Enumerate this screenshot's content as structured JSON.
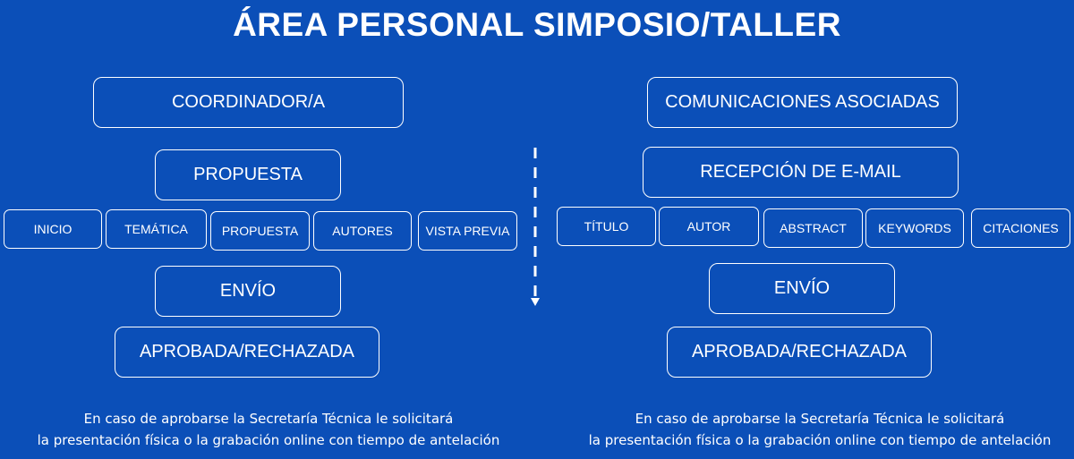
{
  "title": "ÁREA PERSONAL SIMPOSIO/TALLER",
  "left": {
    "header": "COORDINADOR/A",
    "step1": "PROPUESTA",
    "tabs": [
      "INICIO",
      "TEMÁTICA",
      "PROPUESTA",
      "AUTORES",
      "VISTA PREVIA"
    ],
    "step2": "ENVÍO",
    "step3": "APROBADA/RECHAZADA",
    "footer_line1": "En caso de aprobarse la Secretaría Técnica le solicitará",
    "footer_line2": "la presentación física o la grabación online con tiempo de antelación"
  },
  "right": {
    "header": "COMUNICACIONES ASOCIADAS",
    "step1": "RECEPCIÓN DE E-MAIL",
    "tabs": [
      "TÍTULO",
      "AUTOR",
      "ABSTRACT",
      "KEYWORDS",
      "CITACIONES"
    ],
    "step2": "ENVÍO",
    "step3": "APROBADA/RECHAZADA",
    "footer_line1": "En caso de aprobarse la Secretaría Técnica le solicitará",
    "footer_line2": "la presentación física o la grabación online con tiempo de antelación"
  },
  "colors": {
    "background": "#0b4fb8",
    "foreground": "#ffffff"
  }
}
